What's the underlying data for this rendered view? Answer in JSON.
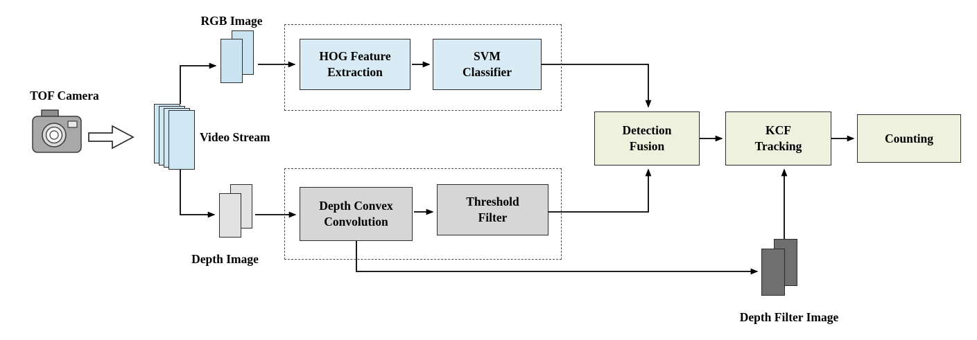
{
  "labels": {
    "tof_camera": "TOF Camera",
    "video_stream": "Video Stream",
    "rgb_image": "RGB Image",
    "depth_image": "Depth Image",
    "depth_filter_image": "Depth Filter Image"
  },
  "nodes": {
    "hog_feature_extraction": "HOG Feature Extraction",
    "svm_classifier": "SVM Classifier",
    "depth_convex_convolution": "Depth Convex Convolution",
    "threshold_filter": "Threshold Filter",
    "detection_fusion": "Detection Fusion",
    "kcf_tracking": "KCF Tracking",
    "counting": "Counting"
  },
  "colors": {
    "rgb_pipeline_fill": "#d9ebf4",
    "depth_pipeline_fill": "#d6d6d6",
    "output_fill": "#edf1de",
    "depth_filter_image_fill": "#6f6f6f",
    "arrow_color": "#000000"
  },
  "edges": [
    {
      "from": "tof_camera",
      "to": "video_stream"
    },
    {
      "from": "video_stream",
      "to": "rgb_image"
    },
    {
      "from": "rgb_image",
      "to": "hog_feature_extraction"
    },
    {
      "from": "hog_feature_extraction",
      "to": "svm_classifier"
    },
    {
      "from": "svm_classifier",
      "to": "detection_fusion"
    },
    {
      "from": "video_stream",
      "to": "depth_image"
    },
    {
      "from": "depth_image",
      "to": "depth_convex_convolution"
    },
    {
      "from": "depth_convex_convolution",
      "to": "threshold_filter"
    },
    {
      "from": "threshold_filter",
      "to": "detection_fusion"
    },
    {
      "from": "detection_fusion",
      "to": "kcf_tracking"
    },
    {
      "from": "kcf_tracking",
      "to": "counting"
    },
    {
      "from": "depth_convex_convolution",
      "to": "depth_filter_image"
    },
    {
      "from": "depth_filter_image",
      "to": "kcf_tracking"
    }
  ]
}
